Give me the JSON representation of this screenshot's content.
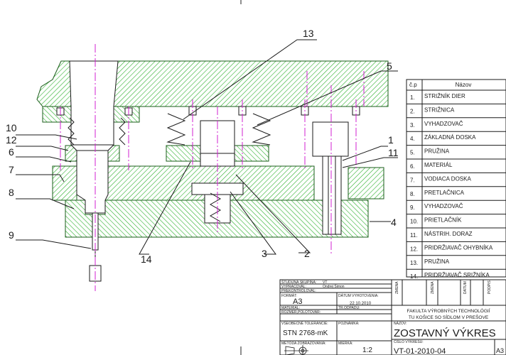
{
  "drawing": {
    "callouts": [
      "1",
      "2",
      "3",
      "4",
      "5",
      "6",
      "7",
      "8",
      "9",
      "10",
      "11",
      "12",
      "13",
      "14"
    ]
  },
  "parts_table": {
    "headers": {
      "no": "č.p",
      "name": "Názov"
    },
    "rows": [
      {
        "no": "1.",
        "name": "STRIŽNÍK DIER"
      },
      {
        "no": "2.",
        "name": "STRIŽNICA"
      },
      {
        "no": "3.",
        "name": "VYHADZOVAČ"
      },
      {
        "no": "4.",
        "name": "ZÁKLADNÁ DOSKA"
      },
      {
        "no": "5.",
        "name": "PRUŽINA"
      },
      {
        "no": "6.",
        "name": "MATERIÁL"
      },
      {
        "no": "7.",
        "name": "VODIACA DOSKA"
      },
      {
        "no": "8.",
        "name": "PRETLAČNICA"
      },
      {
        "no": "9.",
        "name": "VYHADZOVAČ"
      },
      {
        "no": "10.",
        "name": "PRIETLAČNÍK"
      },
      {
        "no": "11.",
        "name": "NÁSTRIH. DORAZ"
      },
      {
        "no": "12.",
        "name": "PRIDRŽIAVAČ OHYBNÍKA"
      },
      {
        "no": "13.",
        "name": "PRUŽINA"
      },
      {
        "no": "14.",
        "name": "PRIDRŽIAVAČ SRIŽNÍKA"
      }
    ]
  },
  "title_block": {
    "study_group_label": "ŠTUDIJNÁ SKUPINA:",
    "study_group_value": "VT",
    "drawn_by_label": "VYPRACOVAL:",
    "drawn_by_value": "Ondrej Šimon",
    "checked_label": "PREKONTROLOVAL:",
    "format_label": "FORMÁT:",
    "format_value": "A3",
    "date_label": "DÁTUM VYHOTOVENIA:",
    "date_value": "22.10.2010",
    "material_label": "MATERIÁL:",
    "hardness_label": "TR.ODPADU:",
    "stock_label": "ROZMER,POLOTOVAR:",
    "tolerance_label": "VŠEOBECNÉ TOLERANCIE:",
    "tolerance_value": "STN 2768-mK",
    "surface_label": "POZNÁMKA:",
    "method_label": "METÓDA ZOBRAZOVANIA:",
    "scale_label": "MIERKA:",
    "scale_value": "1:2",
    "faculty_line1": "FAKULTA VÝROBNÝCH TECHNOLÓGIÍ",
    "faculty_line2": "TU KOŠICE SO SÍDLOM V PREŠOVE",
    "name_label": "NÁZOV:",
    "drawing_title": "ZOSTAVNÝ VÝKRES",
    "number_label": "ČÍSLO VÝKRESU:",
    "drawing_number": "VT-01-2010-04",
    "sheet_value": "A3",
    "revision_labels": [
      "ZMENA",
      "ZMENA",
      "DÁTUM",
      "PODPIS"
    ]
  }
}
